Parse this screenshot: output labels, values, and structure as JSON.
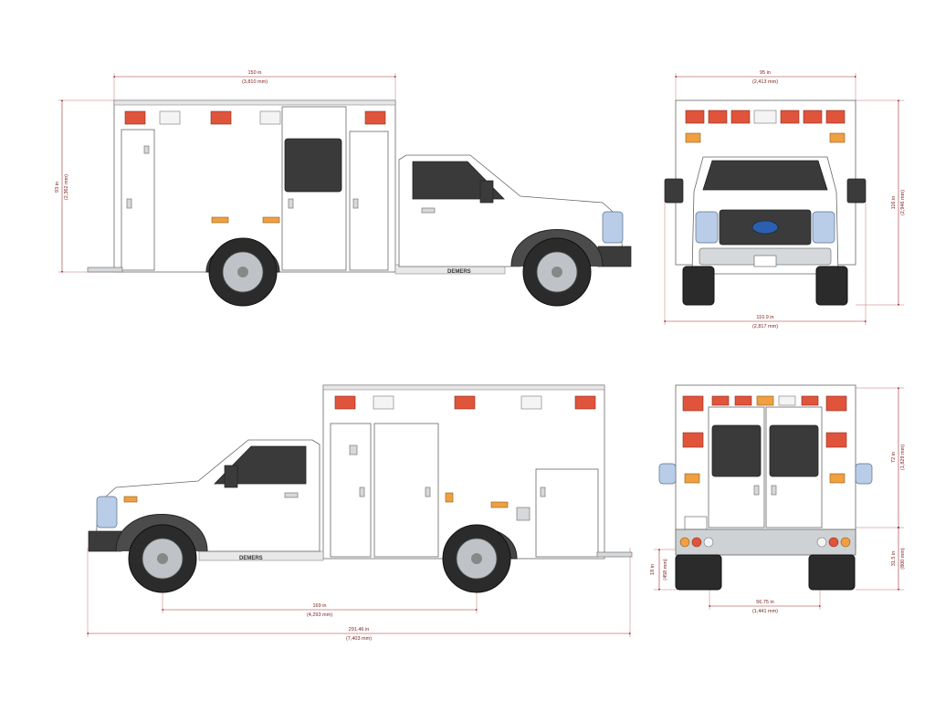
{
  "dimensions": {
    "top_side_length": {
      "imperial": "150 in",
      "metric": "(3,810 mm)"
    },
    "top_side_height": {
      "imperial": "93 in",
      "metric": "(2,362 mm)"
    },
    "front_box_width": {
      "imperial": "95 in",
      "metric": "(2,413 mm)"
    },
    "front_total_height": {
      "imperial": "116 in",
      "metric": "(2,946 mm)"
    },
    "front_mirror_width": {
      "imperial": "110.9 in",
      "metric": "(2,817 mm)"
    },
    "wheelbase": {
      "imperial": "169 in",
      "metric": "(4,293 mm)"
    },
    "overall_length": {
      "imperial": "291.46 in",
      "metric": "(7,403 mm)"
    },
    "rear_door_height": {
      "imperial": "72 in",
      "metric": "(1,829 mm)"
    },
    "rear_floor_height": {
      "imperial": "31.5 in",
      "metric": "(800 mm)"
    },
    "rear_bumper_height": {
      "imperial": "18 in",
      "metric": "(458 mm)"
    },
    "rear_track_width": {
      "imperial": "56.75 in",
      "metric": "(1,441 mm)"
    }
  },
  "branding": {
    "logo_text": "DEMERS"
  },
  "colors": {
    "warning_red": "#e0543b",
    "warning_amber": "#f0a040",
    "dimension_line": "#a03030",
    "body": "#ffffff",
    "tire": "#2b2b2b"
  }
}
